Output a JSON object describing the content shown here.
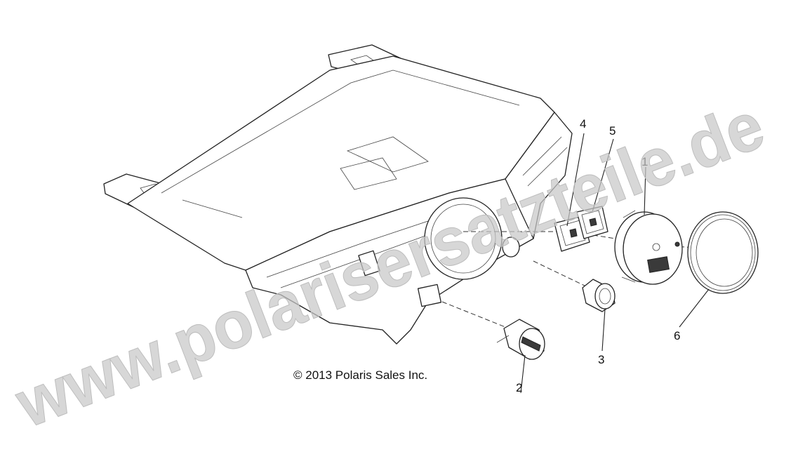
{
  "callouts": [
    {
      "id": "1",
      "label": "1"
    },
    {
      "id": "2",
      "label": "2"
    },
    {
      "id": "3",
      "label": "3"
    },
    {
      "id": "4",
      "label": "4"
    },
    {
      "id": "5",
      "label": "5"
    },
    {
      "id": "6",
      "label": "6"
    }
  ],
  "copyright": "© 2013 Polaris Sales Inc.",
  "watermark": "www.polarisersatzteile.de"
}
